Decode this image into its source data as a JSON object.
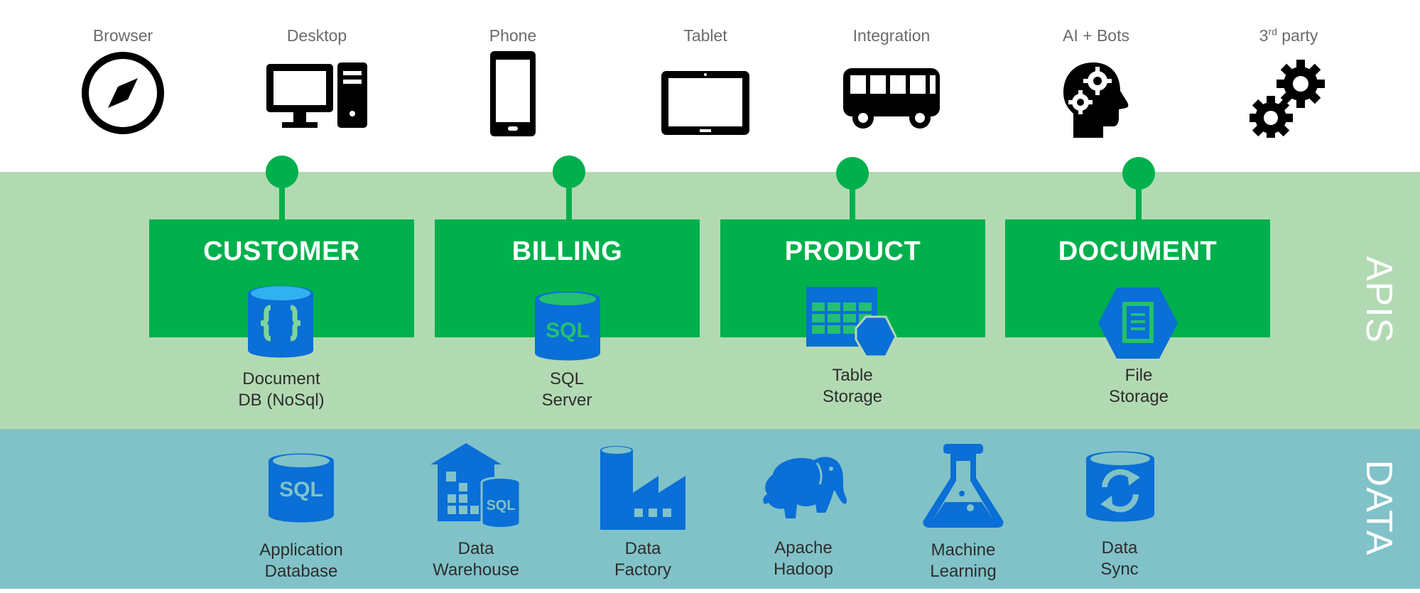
{
  "clients": [
    {
      "label": "Browser",
      "icon": "compass-icon"
    },
    {
      "label": "Desktop",
      "icon": "desktop-computer-icon"
    },
    {
      "label": "Phone",
      "icon": "smartphone-icon"
    },
    {
      "label": "Tablet",
      "icon": "tablet-icon"
    },
    {
      "label": "Integration",
      "icon": "bus-icon"
    },
    {
      "label": "AI + Bots",
      "icon": "ai-head-gears-icon"
    },
    {
      "label_main": "3",
      "label_sup": "rd",
      "label_rest": " party",
      "icon": "gears-icon"
    }
  ],
  "services": [
    {
      "title": "CUSTOMER",
      "store_line1": "Document",
      "store_line2": "DB (NoSql)",
      "store_icon": "documentdb-icon"
    },
    {
      "title": "BILLING",
      "store_line1": "SQL",
      "store_line2": "Server",
      "store_icon": "sql-database-icon"
    },
    {
      "title": "PRODUCT",
      "store_line1": "Table",
      "store_line2": "Storage",
      "store_icon": "table-storage-icon"
    },
    {
      "title": "DOCUMENT",
      "store_line1": "File",
      "store_line2": "Storage",
      "store_icon": "file-storage-icon"
    }
  ],
  "data_services": [
    {
      "line1": "Application",
      "line2": "Database",
      "icon": "sql-database-icon"
    },
    {
      "line1": "Data",
      "line2": "Warehouse",
      "icon": "data-warehouse-icon"
    },
    {
      "line1": "Data",
      "line2": "Factory",
      "icon": "factory-icon"
    },
    {
      "line1": "Apache",
      "line2": "Hadoop",
      "icon": "elephant-icon"
    },
    {
      "line1": "Machine",
      "line2": "Learning",
      "icon": "flask-icon"
    },
    {
      "line1": "Data",
      "line2": "Sync",
      "icon": "sync-database-icon"
    }
  ],
  "bands": {
    "apis": "APIS",
    "data": "DATA"
  },
  "colors": {
    "green": "#00b04c",
    "light_green": "#b2dab2",
    "teal": "#80c2c8",
    "azure_blue": "#0a6fd6",
    "black": "#000000"
  }
}
